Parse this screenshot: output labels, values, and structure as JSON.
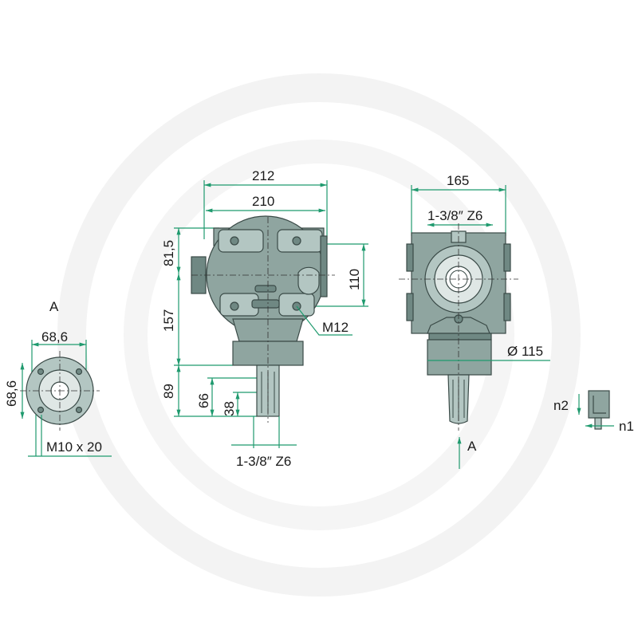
{
  "views": {
    "end_view_a": {
      "title": "A",
      "width_dim": "68,6",
      "height_dim": "68,6",
      "bolt_spec": "M10 x 20"
    },
    "side_view": {
      "overall_width": "212",
      "flange_width": "210",
      "upper_height": "81,5",
      "mid_height": "157",
      "shaft_height": "89",
      "flange_offset": "110",
      "thread": "M12",
      "shaft_dim_1": "66",
      "shaft_dim_2": "38",
      "shaft_spec": "1-3/8″ Z6"
    },
    "front_view": {
      "overall_width": "165",
      "shaft_spec": "1-3/8″ Z6",
      "diameter": "Ø 115",
      "view_arrow": "A"
    },
    "rotation_legend": {
      "n1": "n1",
      "n2": "n2"
    }
  },
  "colors": {
    "dimension": "#1f9a6e",
    "housing": "#8fa5a0"
  }
}
